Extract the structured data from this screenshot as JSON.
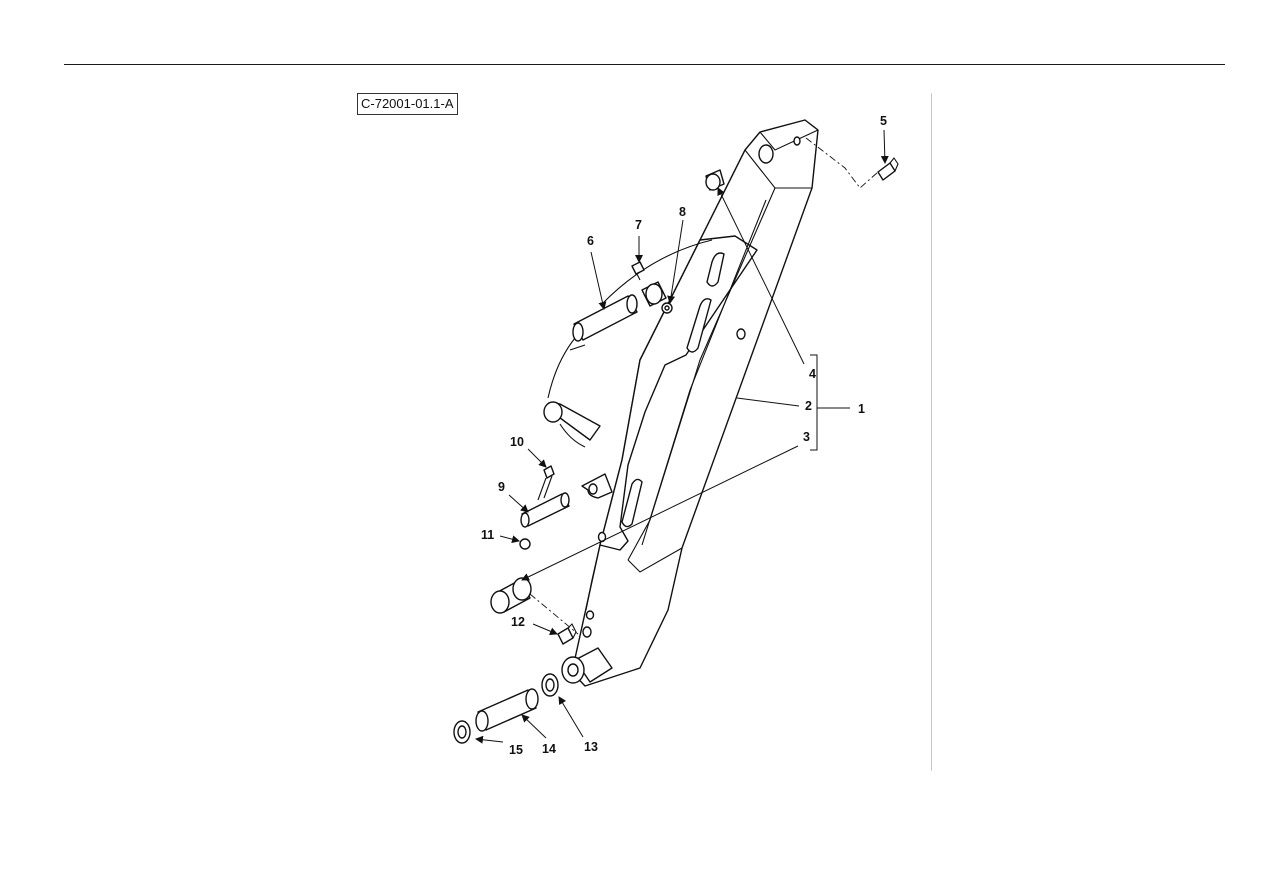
{
  "figure": {
    "reference": "C-72001-01.1-A"
  },
  "callouts": [
    {
      "id": "c1",
      "text": "1"
    },
    {
      "id": "c2",
      "text": "2"
    },
    {
      "id": "c3",
      "text": "3"
    },
    {
      "id": "c4",
      "text": "4"
    },
    {
      "id": "c5",
      "text": "5"
    },
    {
      "id": "c6",
      "text": "6"
    },
    {
      "id": "c7",
      "text": "7"
    },
    {
      "id": "c8",
      "text": "8"
    },
    {
      "id": "c9",
      "text": "9"
    },
    {
      "id": "c10",
      "text": "10"
    },
    {
      "id": "c11",
      "text": "11"
    },
    {
      "id": "c12",
      "text": "12"
    },
    {
      "id": "c13",
      "text": "13"
    },
    {
      "id": "c14",
      "text": "14"
    },
    {
      "id": "c15",
      "text": "15"
    }
  ]
}
